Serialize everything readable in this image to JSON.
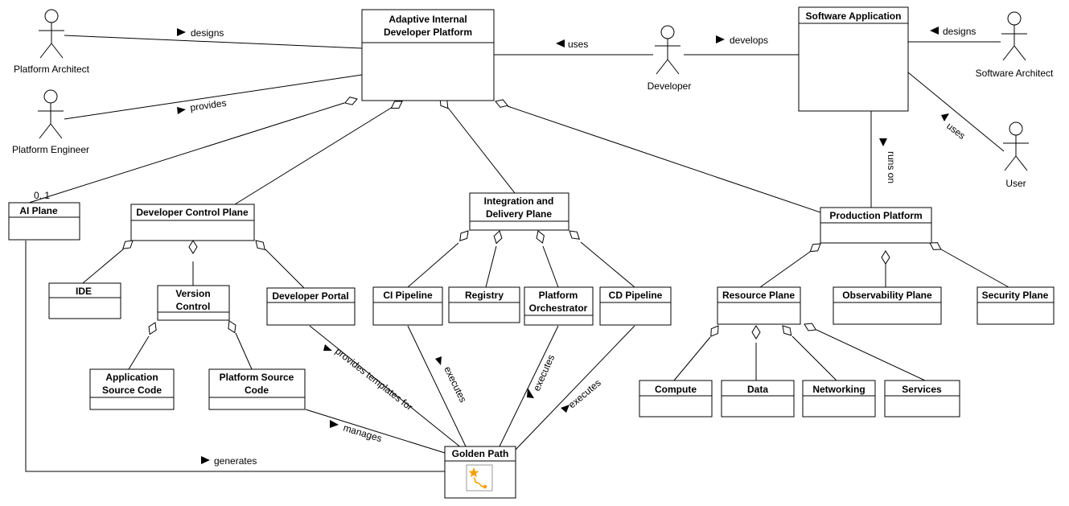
{
  "colors": {
    "grey": "#c0c0c0",
    "magenta": "#ff00ff",
    "red": "#ff8080",
    "green": "#00ff00",
    "blue": "#80d0f8",
    "orange": "#ffc080",
    "golden_icon_star": "#f5a000"
  },
  "classes": {
    "aidp": {
      "line1": "Adaptive Internal",
      "line2": "Developer Platform"
    },
    "software_app": {
      "line1": "Software Application"
    },
    "ai_plane": {
      "line1": "AI Plane"
    },
    "dev_control": {
      "line1": "Developer Control Plane"
    },
    "ide": {
      "line1": "IDE"
    },
    "version_control": {
      "line1": "Version",
      "line2": "Control"
    },
    "dev_portal": {
      "line1": "Developer Portal"
    },
    "app_source": {
      "line1": "Application",
      "line2": "Source Code"
    },
    "platform_source": {
      "line1": "Platform Source",
      "line2": "Code"
    },
    "idp": {
      "line1": "Integration and",
      "line2": "Delivery Plane"
    },
    "ci": {
      "line1": "CI Pipeline"
    },
    "registry": {
      "line1": "Registry"
    },
    "orchestrator": {
      "line1": "Platform",
      "line2": "Orchestrator"
    },
    "cd": {
      "line1": "CD Pipeline"
    },
    "prod": {
      "line1": "Production Platform"
    },
    "resource": {
      "line1": "Resource Plane"
    },
    "observability": {
      "line1": "Observability Plane"
    },
    "security": {
      "line1": "Security Plane"
    },
    "compute": {
      "line1": "Compute"
    },
    "data": {
      "line1": "Data"
    },
    "networking": {
      "line1": "Networking"
    },
    "services": {
      "line1": "Services"
    },
    "golden": {
      "line1": "Golden Path"
    }
  },
  "actors": {
    "platform_architect": "Platform Architect",
    "platform_engineer": "Platform Engineer",
    "developer": "Developer",
    "software_architect": "Software Architect",
    "user": "User"
  },
  "labels": {
    "designs_left": "designs",
    "provides": "provides",
    "uses_dev": "uses",
    "develops": "develops",
    "designs_right": "designs",
    "uses_user": "uses",
    "runs_on": "runs on",
    "multiplicity": "0..1",
    "provides_templates": "provides templates for",
    "manages": "manages",
    "generates": "generates",
    "executes_ci": "executes",
    "executes_orch": "executes",
    "executes_cd": "executes"
  }
}
